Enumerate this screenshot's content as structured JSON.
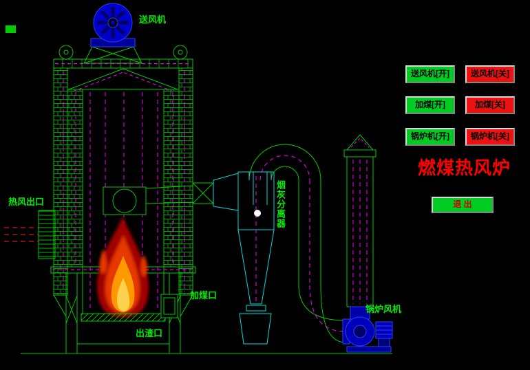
{
  "title": {
    "text": "燃煤热风炉"
  },
  "labels": {
    "blower": "送风机",
    "hot_air_outlet": "热风出口",
    "coal_inlet": "加煤口",
    "slag_outlet": "出渣口",
    "ash_separator": "烟灰分离器",
    "bottom_fan": "锅炉风机"
  },
  "controls": {
    "rows": [
      {
        "on": "送风机[开]",
        "off": "送风机[关]"
      },
      {
        "on": "加煤[开]",
        "off": "加煤[关]"
      },
      {
        "on": "锅炉机[开]",
        "off": "锅炉机[关]"
      }
    ],
    "exit": "退 出"
  },
  "colors": {
    "background": "#000000",
    "on_button": "#00cc22",
    "off_button": "#ee1111",
    "label_green": "#00ee00",
    "title_red": "#ff0000",
    "diagram_green": "#00cc00",
    "diagram_cyan": "#00dddd",
    "dashed_magenta": "#ff00ff",
    "dashed_red": "#ff2222",
    "fan_blue": "#0000cc",
    "indicator_green": "#00cc00"
  }
}
